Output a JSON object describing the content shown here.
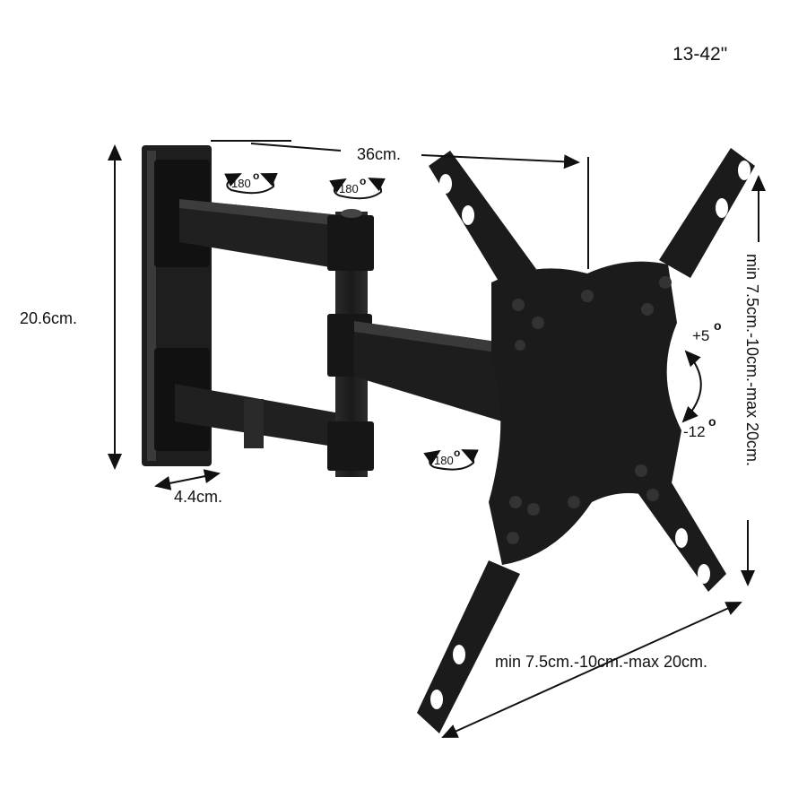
{
  "size_label": "13-42\"",
  "dimensions": {
    "arm_length": "36cm.",
    "plate_height": "20.6cm.",
    "plate_depth": "4.4cm.",
    "vesa_vertical": "min 7.5cm.-10cm.-max 20cm.",
    "vesa_horizontal": "min 7.5cm.-10cm.-max 20cm."
  },
  "tilt": {
    "up": "+5",
    "down": "-12",
    "degree_mark": "o"
  },
  "swivel": [
    {
      "angle": "180",
      "degree_mark": "o"
    },
    {
      "angle": "180",
      "degree_mark": "o"
    },
    {
      "angle": "180",
      "degree_mark": "o"
    }
  ],
  "colors": {
    "mount": "#1c1c1c",
    "mount_highlight": "#3a3a3a",
    "annotation": "#111111"
  }
}
